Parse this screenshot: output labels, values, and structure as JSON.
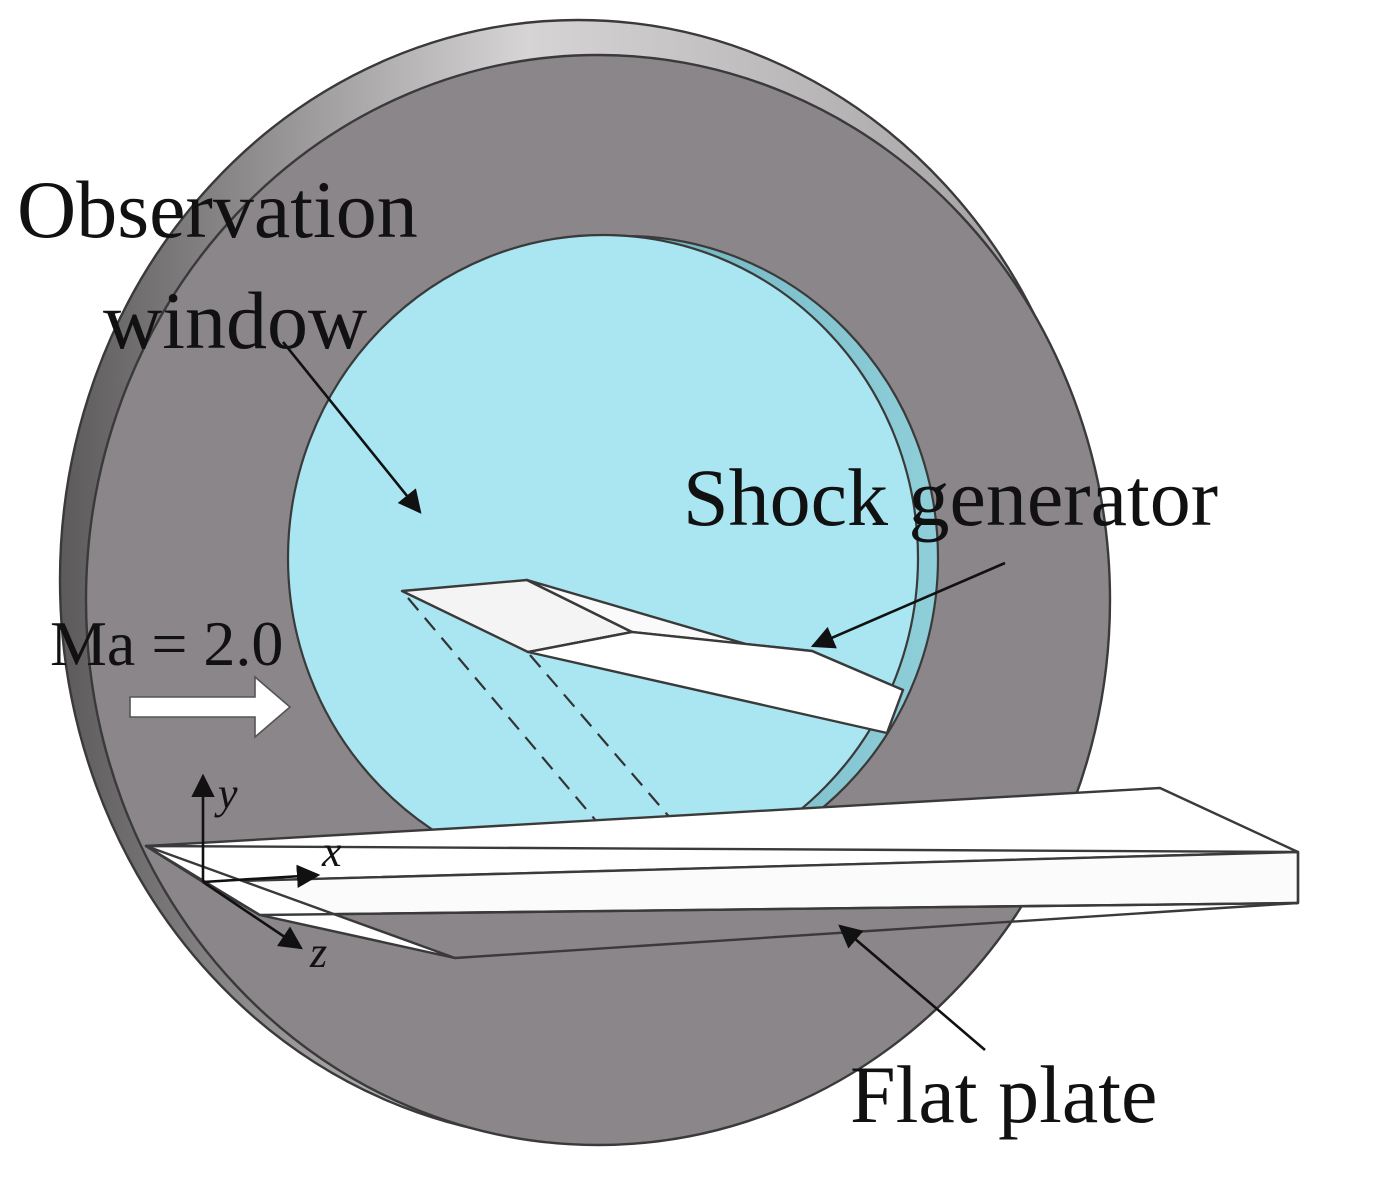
{
  "labels": {
    "observation_line1": "Observation",
    "observation_line2": "window",
    "shock_generator": "Shock generator",
    "mach": "Ma = 2.0",
    "flat_plate": "Flat plate",
    "axis_x": "x",
    "axis_y": "y",
    "axis_z": "z"
  },
  "colors": {
    "ring_face": "#8a8689",
    "ring_side": "#c9c7c8",
    "window_glass": "#a9e6f1",
    "window_rim": "#69aebb",
    "plate_white": "#ffffff",
    "flow_arrow": "#ffffff",
    "leader_line": "#111111"
  }
}
